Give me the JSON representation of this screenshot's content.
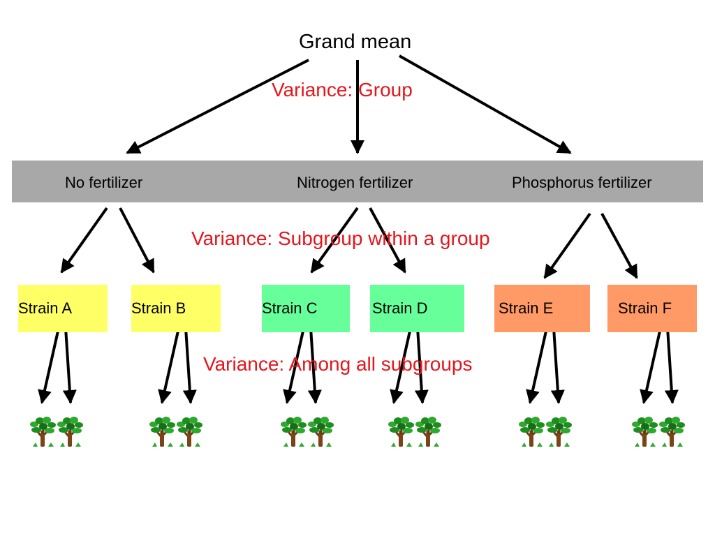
{
  "title": "Grand mean",
  "variance_labels": {
    "group": "Variance: Group",
    "subgroup": "Variance: Subgroup within a group",
    "among": "Variance: Among all subgroups"
  },
  "groups": [
    {
      "label": "No fertilizer"
    },
    {
      "label": "Nitrogen fertilizer"
    },
    {
      "label": "Phosphorus fertilizer"
    }
  ],
  "strains": [
    {
      "label": "Strain A",
      "color": "#ffff66"
    },
    {
      "label": "Strain B",
      "color": "#ffff66"
    },
    {
      "label": "Strain C",
      "color": "#66ff99"
    },
    {
      "label": "Strain D",
      "color": "#66ff99"
    },
    {
      "label": "Strain E",
      "color": "#ff9966"
    },
    {
      "label": "Strain F",
      "color": "#ff9966"
    }
  ],
  "colors": {
    "variance_text": "#e8141b",
    "group_band": "#a8a8a8",
    "arrow": "#000000"
  },
  "icons": {
    "plant": "tree-seedling-icon"
  }
}
